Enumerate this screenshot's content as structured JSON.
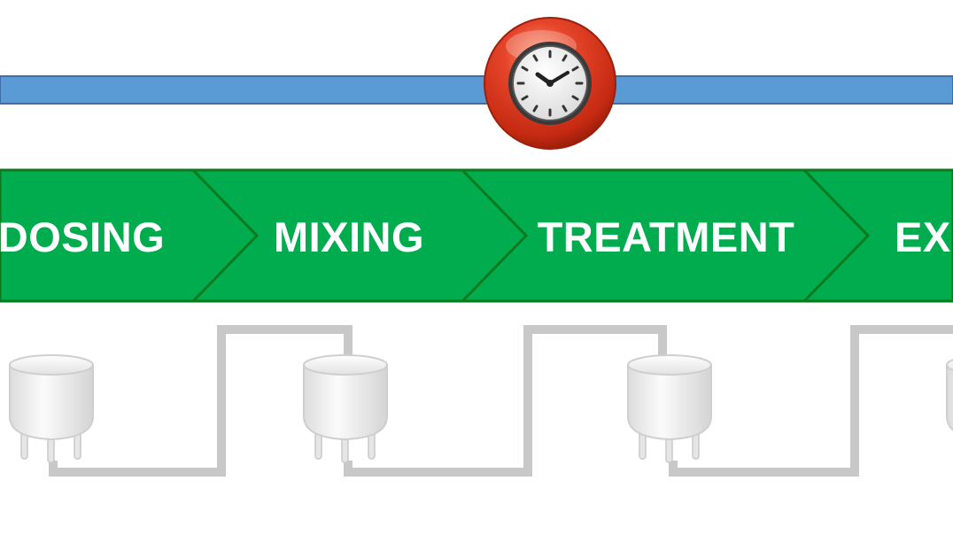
{
  "timeline": {
    "line_color": "#5b9bd5",
    "icon": "clock-icon",
    "icon_color": "#d83a1e"
  },
  "process": {
    "color": "#00ac4d",
    "border_color": "#0b7a1f",
    "steps": [
      {
        "label": "DOSING"
      },
      {
        "label": "MIXING"
      },
      {
        "label": "TREATMENT"
      },
      {
        "label": "EXP"
      }
    ]
  },
  "equipment": {
    "icon": "tank-icon",
    "pipe_color": "#c8c8c8",
    "tank_count": 4
  }
}
